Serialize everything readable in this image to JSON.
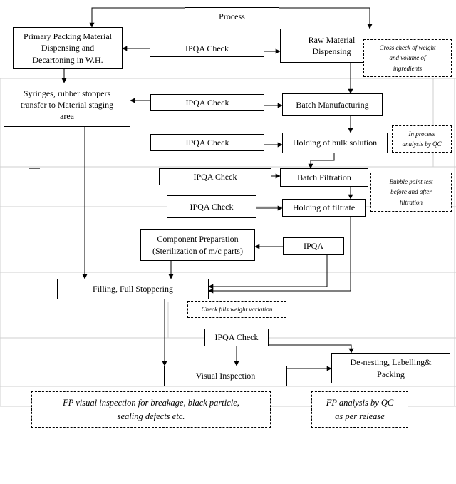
{
  "diagram": {
    "nodes": {
      "process": "Process",
      "primary_packing": "Primary Packing Material\nDispensing and\nDecartoning in W.H.",
      "ipqa_check_1": "IPQA Check",
      "raw_material": "Raw Material\nDispensing",
      "syringes_transfer": "Syringes, rubber stoppers\ntransfer to Material staging\narea",
      "ipqa_check_2": "IPQA Check",
      "batch_manufacturing": "Batch Manufacturing",
      "ipqa_check_3": "IPQA Check",
      "holding_bulk": "Holding of bulk solution",
      "ipqa_check_4": "IPQA Check",
      "batch_filtration": "Batch Filtration",
      "ipqa_check_5": "IPQA Check",
      "holding_filtrate": "Holding of filtrate",
      "component_prep": "Component Preparation\n(Sterilization of m/c parts)",
      "ipqa": "IPQA",
      "filling": "Filling, Full Stoppering",
      "ipqa_check_6": "IPQA Check",
      "visual_inspection": "Visual Inspection",
      "denesting": "De-nesting, Labelling&\nPacking"
    },
    "notes": {
      "cross_check": "Cross check of weight\nand volume of\ningredients",
      "in_process_qc": "In process\nanalysis by QC",
      "bubble_point": "Bubble point test\nbefore and after\nfiltration",
      "check_fills": "Check fills weight variation",
      "fp_visual": "FP visual inspection for breakage, black particle,\nsealing defects etc.",
      "fp_analysis": "FP analysis by QC\nas per release"
    }
  }
}
